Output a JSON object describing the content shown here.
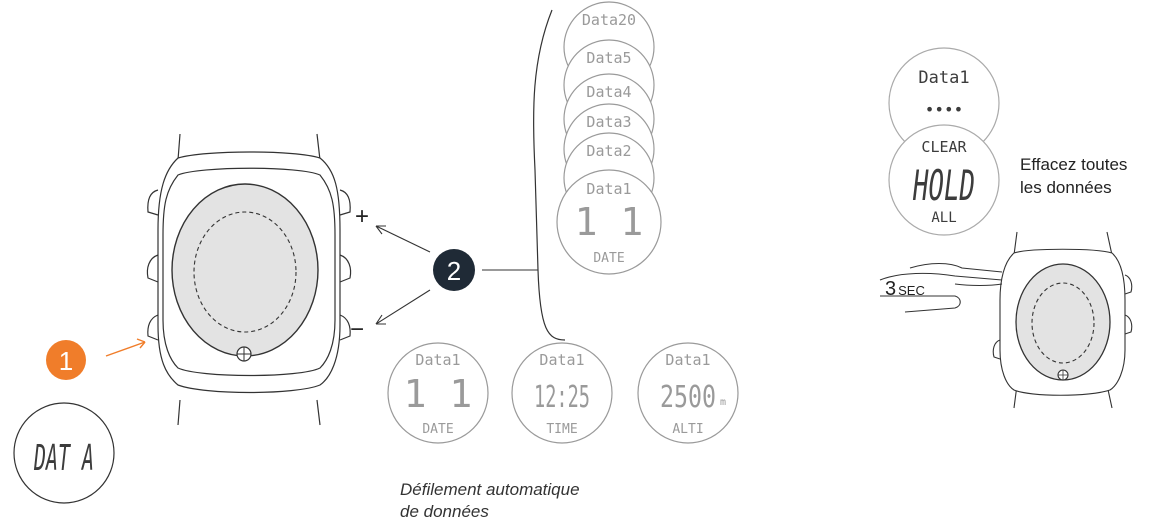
{
  "step1": {
    "number": "1",
    "display": "DAT A",
    "color": "#f07d2a"
  },
  "step2": {
    "number": "2",
    "color": "#1f2a36"
  },
  "buttons": {
    "plus": "+",
    "minus": "−"
  },
  "stack": [
    {
      "label": "Data20"
    },
    {
      "label": "Data5"
    },
    {
      "label": "Data4"
    },
    {
      "label": "Data3"
    },
    {
      "label": "Data2"
    },
    {
      "label": "Data1",
      "value": "1 1",
      "unit": "DATE"
    }
  ],
  "autoscroll": {
    "screens": [
      {
        "label": "Data1",
        "value": "1 1",
        "unit": "DATE"
      },
      {
        "label": "Data1",
        "value": "12:25",
        "unit": "TIME"
      },
      {
        "label": "Data1",
        "value": "2500",
        "suffix": "m",
        "unit": "ALTI"
      }
    ],
    "caption_line1": "Défilement automatique",
    "caption_line2": "de données"
  },
  "clear": {
    "top_label": "Data1",
    "dots": "••••",
    "line1": "CLEAR",
    "line2": "HOLD",
    "line3": "ALL",
    "note_line1": "Effacez toutes",
    "note_line2": "les données",
    "hold_time": "3",
    "hold_unit": "SEC"
  }
}
